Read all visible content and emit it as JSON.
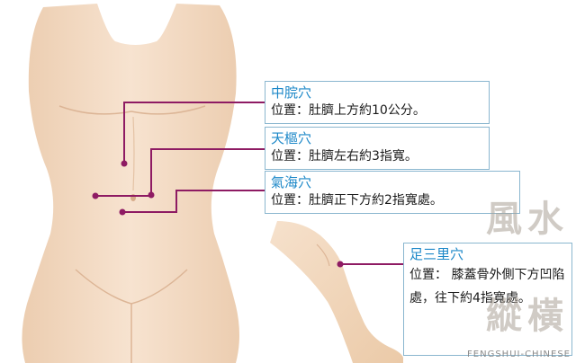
{
  "acupoints": [
    {
      "id": "zhongwan",
      "name": "中脘穴",
      "description": "位置：肚臍上方約10公分。"
    },
    {
      "id": "tianshu",
      "name": "天樞穴",
      "description": "位置：肚臍左右約3指寬。"
    },
    {
      "id": "qihai",
      "name": "氣海穴",
      "description": "位置：肚臍正下方約2指寬處。"
    },
    {
      "id": "zusanli",
      "name": "足三里穴",
      "description": "位置： 膝蓋骨外側下方凹陷處，往下約4指寬處。"
    }
  ],
  "watermark": {
    "logo_chars": "風水縱橫",
    "url": "FENGSHUI-CHINESE"
  },
  "colors": {
    "skin": "#f4ddc6",
    "skin_shadow": "#e8c9ab",
    "leader_line": "#8e1b63",
    "box_border": "#8ab6cf",
    "title_text": "#1d88c8"
  }
}
